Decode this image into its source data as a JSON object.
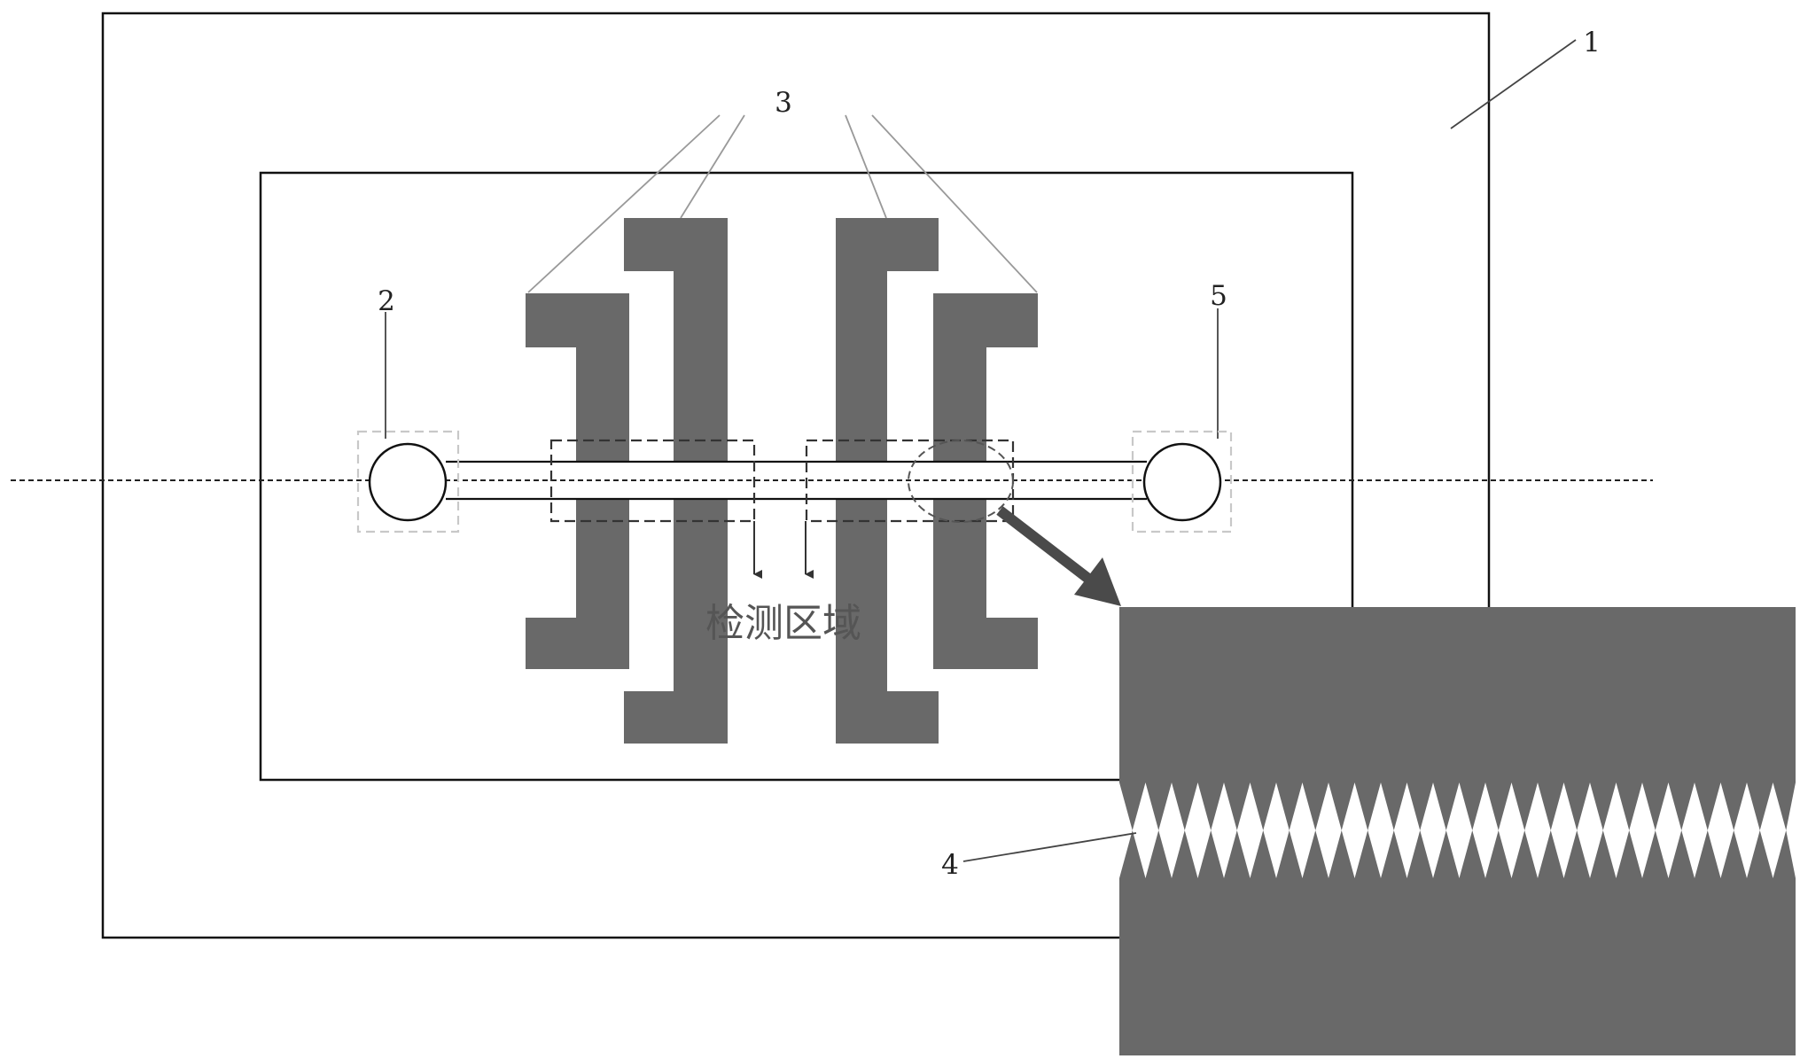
{
  "labels": {
    "substrate": "1",
    "inlet": "2",
    "electrodes": "3",
    "microstructure": "4",
    "outlet": "5"
  },
  "detection_region": "检测区域",
  "colors": {
    "electrode": "#696969",
    "outline": "#111111",
    "leader": "#999999",
    "pad_dash": "#c8c8c8",
    "background": "#ffffff"
  }
}
